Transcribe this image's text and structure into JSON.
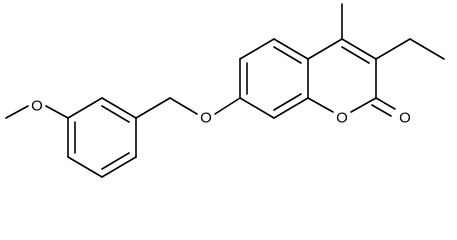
{
  "molecule": {
    "atoms": [
      {
        "id": "o-methoxy",
        "symbol": "O"
      },
      {
        "id": "o-ether",
        "symbol": "O"
      },
      {
        "id": "o-ring",
        "symbol": "O"
      },
      {
        "id": "o-carbonyl",
        "symbol": "O"
      }
    ]
  },
  "colors": {
    "bond": "#000000",
    "background": "#ffffff"
  }
}
